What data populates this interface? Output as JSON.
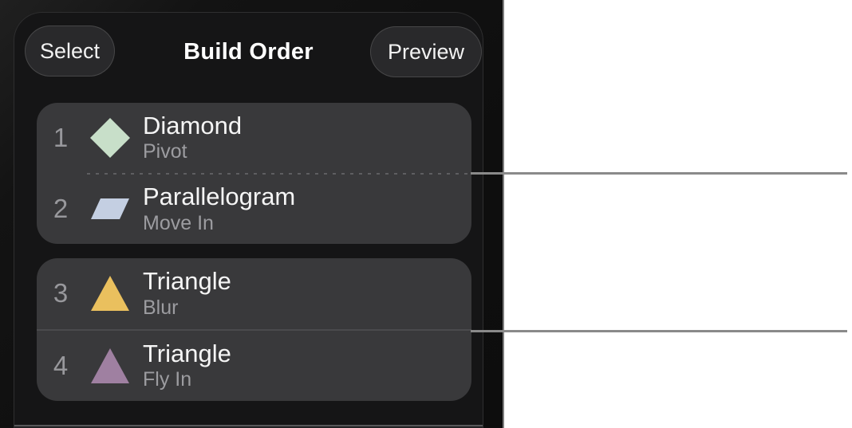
{
  "header": {
    "select_label": "Select",
    "title": "Build Order",
    "preview_label": "Preview"
  },
  "groups": [
    {
      "divider_style": "dotted",
      "items": [
        {
          "order": "1",
          "shape": "diamond",
          "shape_color": "#c8dfc9",
          "title": "Diamond",
          "effect": "Pivot"
        },
        {
          "order": "2",
          "shape": "parallelogram",
          "shape_color": "#c4cfe2",
          "title": "Parallelogram",
          "effect": "Move In"
        }
      ]
    },
    {
      "divider_style": "solid",
      "items": [
        {
          "order": "3",
          "shape": "triangle",
          "shape_color": "#eac05e",
          "title": "Triangle",
          "effect": "Blur"
        },
        {
          "order": "4",
          "shape": "triangle",
          "shape_color": "#9f80a1",
          "title": "Triangle",
          "effect": "Fly In"
        }
      ]
    }
  ],
  "annotation": {
    "callout_line_color": "#8a8a8a",
    "screenshot_edge_color": "#7d7d7d"
  },
  "colors": {
    "panel_background": "#151516",
    "group_background": "#39393b",
    "page_background": "#ffffff"
  }
}
